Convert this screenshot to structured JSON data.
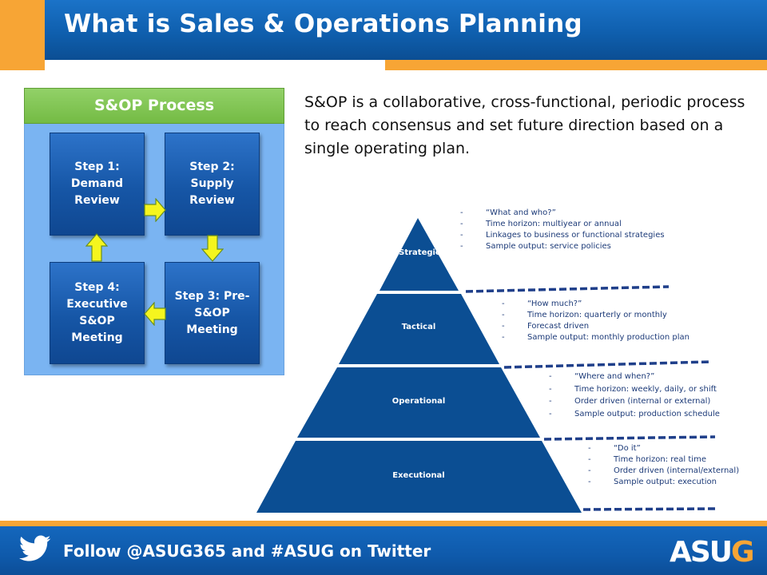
{
  "header": {
    "title": "What is Sales & Operations Planning",
    "colors": {
      "blue": "#0f5fae",
      "orange": "#f7a535"
    }
  },
  "process": {
    "title": "S&OP Process",
    "steps": [
      {
        "label": "Step 1: Demand Review"
      },
      {
        "label": "Step 2: Supply Review"
      },
      {
        "label": "Step 3: Pre- S&OP Meeting"
      },
      {
        "label": "Step 4: Executive S&OP Meeting"
      }
    ],
    "colors": {
      "panel": "#7ab4f2",
      "header": "#74bb44",
      "step": "#1656a6",
      "arrow": "#f5f51e"
    }
  },
  "description": "S&OP is a collaborative, cross-functional, periodic process to reach consensus and set future direction based on a single operating plan.",
  "pyramid": {
    "levels": [
      {
        "label": "Strategic",
        "bullets": [
          "“What and who?”",
          "Time horizon: multiyear or annual",
          "Linkages to business or functional strategies",
          "Sample output: service policies"
        ]
      },
      {
        "label": "Tactical",
        "bullets": [
          "“How much?”",
          "Time horizon: quarterly or monthly",
          "Forecast driven",
          "Sample output: monthly production plan"
        ]
      },
      {
        "label": "Operational",
        "bullets": [
          "“Where and when?”",
          "Time horizon: weekly, daily, or shift",
          "Order driven (internal or external)",
          "Sample output: production schedule"
        ]
      },
      {
        "label": "Executional",
        "bullets": [
          "“Do it”",
          "Time horizon: real time",
          "Order driven (internal/external)",
          "Sample output: execution"
        ]
      }
    ],
    "color": "#0b4e93"
  },
  "footer": {
    "text": "Follow @ASUG365 and #ASUG on Twitter",
    "icon": "twitter-bird-icon",
    "logo": {
      "part1": "ASU",
      "part2": "G"
    }
  }
}
